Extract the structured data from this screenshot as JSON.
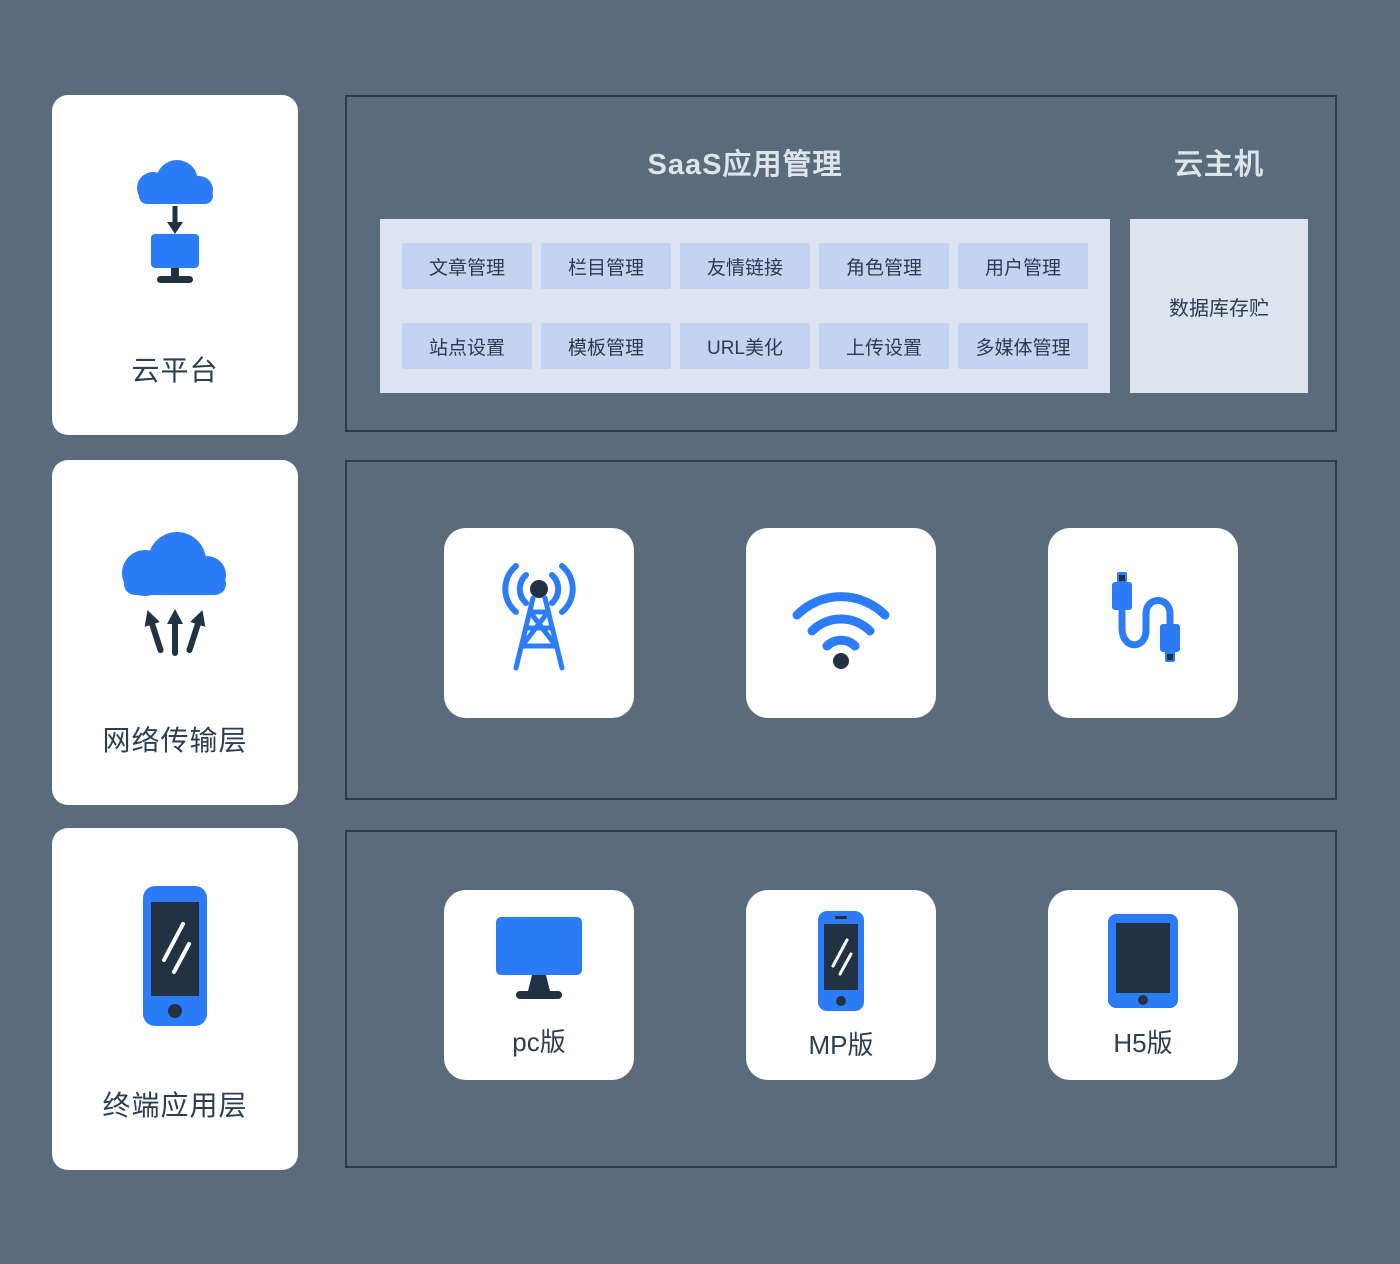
{
  "colors": {
    "background": "#5a6b7b",
    "accent_blue": "#2d7cf7",
    "dark_navy": "#233243",
    "card_white": "#ffffff",
    "panel_bg": "#dde3f0",
    "chip_bg": "#c5d3f1",
    "box_border": "#2c3c4e",
    "heading_text": "#dde4ea",
    "label_text": "#2c3e50"
  },
  "left_column": {
    "cards": [
      {
        "label": "云平台",
        "icon": "cloud-download-to-monitor-icon"
      },
      {
        "label": "网络传输层",
        "icon": "cloud-upload-arrows-icon"
      },
      {
        "label": "终端应用层",
        "icon": "smartphone-icon"
      }
    ]
  },
  "saas_box": {
    "title": "SaaS应用管理",
    "host_title": "云主机",
    "buttons_row1": [
      "文章管理",
      "栏目管理",
      "友情链接",
      "角色管理",
      "用户管理"
    ],
    "buttons_row2": [
      "站点设置",
      "模板管理",
      "URL美化",
      "上传设置",
      "多媒体管理"
    ],
    "db_label": "数据库存贮"
  },
  "network_box": {
    "icons": [
      "signal-tower-icon",
      "wifi-icon",
      "usb-cable-icon"
    ]
  },
  "terminal_box": {
    "items": [
      {
        "label": "pc版",
        "icon": "desktop-monitor-icon"
      },
      {
        "label": "MP版",
        "icon": "mobile-phone-icon"
      },
      {
        "label": "H5版",
        "icon": "tablet-icon"
      }
    ]
  }
}
